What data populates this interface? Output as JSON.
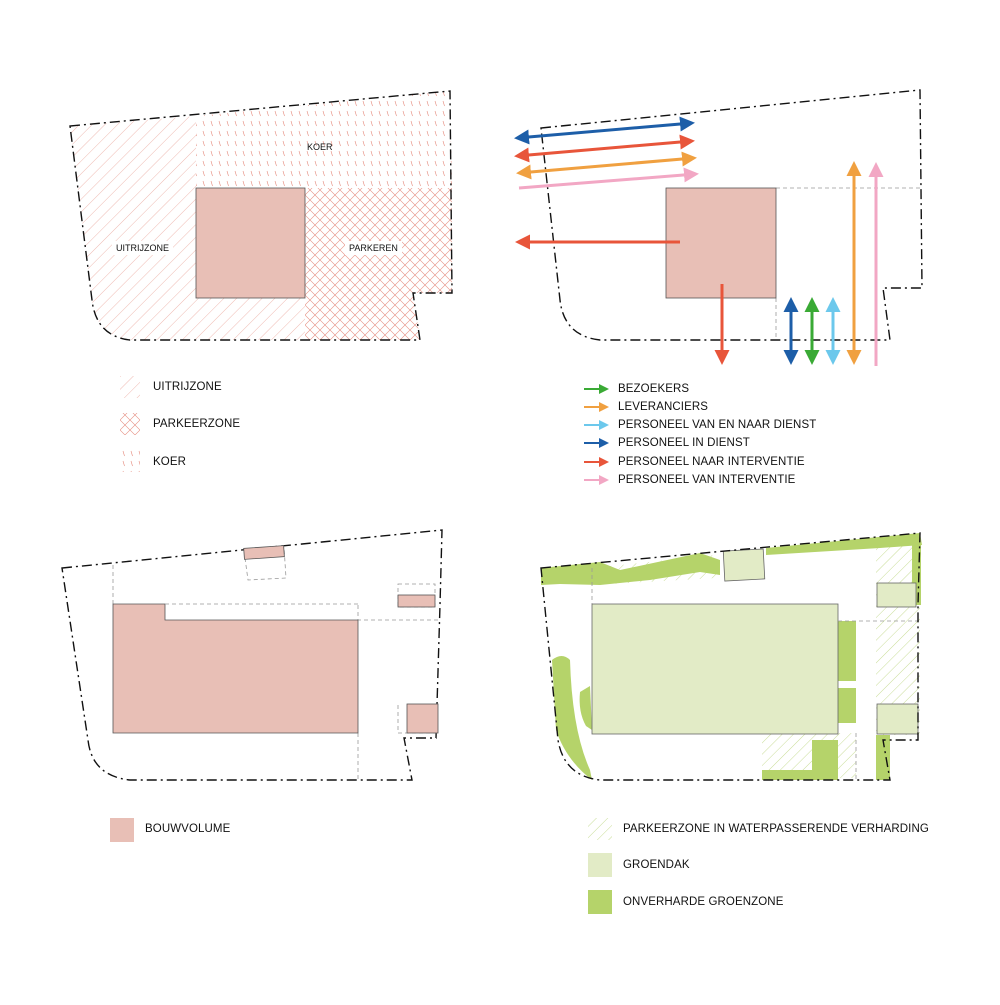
{
  "colors": {
    "bouwvolume": "#e8bfb6",
    "hatch_red": "#e58b7e",
    "groendak": "#e2ebc6",
    "green_zone": "#b5d36a",
    "bezoekers": "#3aaa35",
    "leveranciers": "#f0a040",
    "personeel_van_en_naar_dienst": "#6cc8ec",
    "personeel_in_dienst": "#1d5ea8",
    "personeel_naar_interventie": "#e8553a",
    "personeel_van_interventie": "#f2a7c4"
  },
  "panel_zones": {
    "labels": {
      "koer": "KOER",
      "uitrijzone": "UITRIJZONE",
      "parkeren": "PARKEREN"
    },
    "legend": [
      {
        "label": "UITRIJZONE",
        "pattern": "diagonal-hatch"
      },
      {
        "label": "PARKEERZONE",
        "pattern": "cross-hatch"
      },
      {
        "label": "KOER",
        "pattern": "dashed-vertical"
      }
    ]
  },
  "panel_flows": {
    "legend": [
      {
        "label": "BEZOEKERS",
        "color": "#3aaa35"
      },
      {
        "label": "LEVERANCIERS",
        "color": "#f0a040"
      },
      {
        "label": "PERSONEEL VAN EN NAAR DIENST",
        "color": "#6cc8ec"
      },
      {
        "label": "PERSONEEL IN DIENST",
        "color": "#1d5ea8"
      },
      {
        "label": "PERSONEEL NAAR INTERVENTIE",
        "color": "#e8553a"
      },
      {
        "label": "PERSONEEL VAN INTERVENTIE",
        "color": "#f2a7c4"
      }
    ]
  },
  "panel_volume": {
    "legend": [
      {
        "label": "BOUWVOLUME",
        "color": "#e8bfb6"
      }
    ]
  },
  "panel_green": {
    "legend": [
      {
        "label": "PARKEERZONE IN WATERPASSERENDE VERHARDING",
        "pattern": "green-hatch"
      },
      {
        "label": "GROENDAK",
        "color": "#e2ebc6"
      },
      {
        "label": "ONVERHARDE GROENZONE",
        "color": "#b5d36a"
      }
    ]
  }
}
